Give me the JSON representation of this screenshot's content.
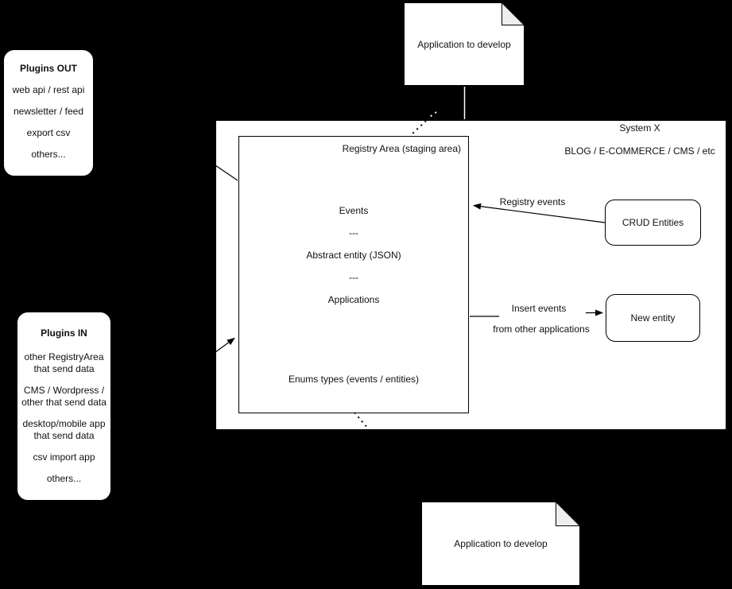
{
  "diagram": {
    "system": {
      "title": "System X",
      "subtitle": "BLOG / E-COMMERCE / CMS / etc"
    },
    "registry": {
      "title": "Registry Area (staging area)",
      "rows": [
        "Events",
        "---",
        "Abstract entity (JSON)",
        "---",
        "Applications"
      ],
      "footer": "Enums types (events / entities)"
    },
    "notes": {
      "top": "Application to develop",
      "bottom": "Application to develop"
    },
    "plugins_out": {
      "title": "Plugins OUT",
      "items": [
        "web api / rest api",
        "newsletter / feed",
        "export csv",
        "others..."
      ]
    },
    "plugins_in": {
      "title": "Plugins IN",
      "items": [
        {
          "lines": [
            "other RegistryArea",
            "that send data"
          ]
        },
        {
          "lines": [
            "CMS / Wordpress /",
            "other that send data"
          ]
        },
        {
          "lines": [
            "desktop/mobile app",
            "that send data"
          ]
        },
        {
          "lines": [
            "csv import app"
          ]
        },
        {
          "lines": [
            "others..."
          ]
        }
      ]
    },
    "nodes": {
      "crud": "CRUD Entities",
      "new_entity": "New entity"
    },
    "edges": {
      "registry_events": "Registry events",
      "insert_events_line1": "Insert events",
      "insert_events_line2": "from other applications"
    },
    "colors": {
      "background": "#000000",
      "shape_fill": "#ffffff",
      "stroke": "#000000",
      "note_fold": "#eeeeee",
      "text": "#111111",
      "light_edge": "#ffffff"
    }
  }
}
